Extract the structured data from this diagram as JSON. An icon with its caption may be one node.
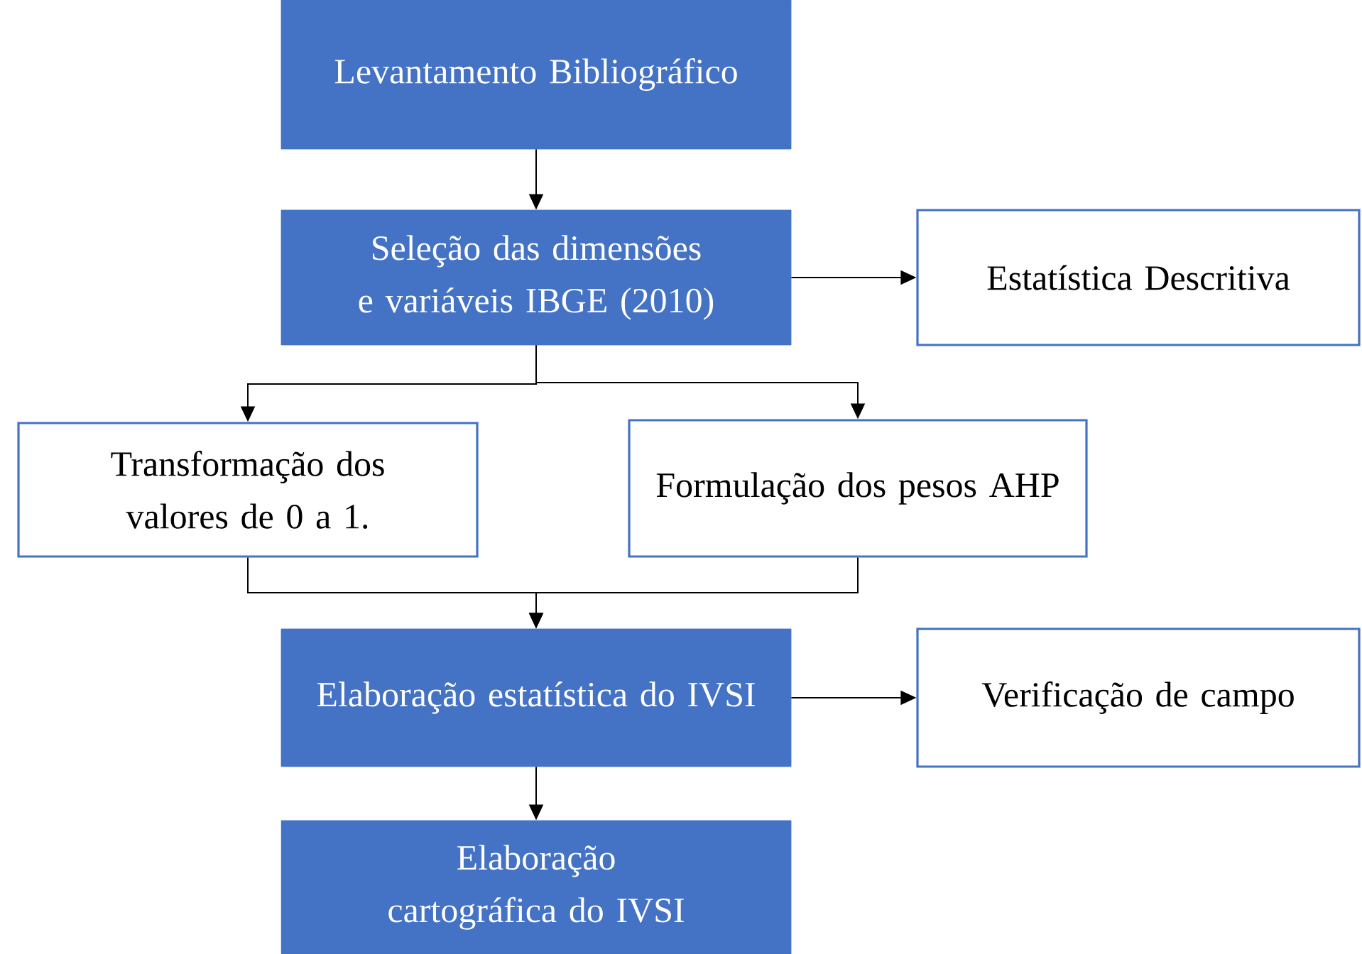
{
  "diagram": {
    "nodes": [
      {
        "text": [
          "Levantamento Bibliográfico"
        ]
      },
      {
        "text": [
          "Seleção das dimensões e variáveis IBGE (2010)"
        ]
      },
      {
        "text": [
          "Estatística Descritiva"
        ]
      },
      {
        "text": [
          "Transformação dos valores de 0 a 1."
        ]
      },
      {
        "text": [
          "Formulação dos pesos AHP"
        ]
      },
      {
        "text": [
          "Elaboração estatística do IVSI"
        ]
      },
      {
        "text": [
          "Verificação de campo"
        ]
      },
      {
        "text": [
          "Elaboração cartográfica do IVSI"
        ]
      }
    ],
    "edges": [
      {
        "from": 0,
        "to": 1,
        "arrow": "to"
      },
      {
        "from": 1,
        "to": 2,
        "arrow": "to"
      },
      {
        "from": 1,
        "to": 3,
        "arrow": "to"
      },
      {
        "from": 1,
        "to": 4,
        "arrow": "to"
      },
      {
        "from": 3,
        "to": 5,
        "arrow": "to"
      },
      {
        "from": 4,
        "to": 5,
        "arrow": "to"
      },
      {
        "from": 5,
        "to": 6,
        "arrow": "to"
      },
      {
        "from": 5,
        "to": 7,
        "arrow": "to"
      }
    ]
  }
}
